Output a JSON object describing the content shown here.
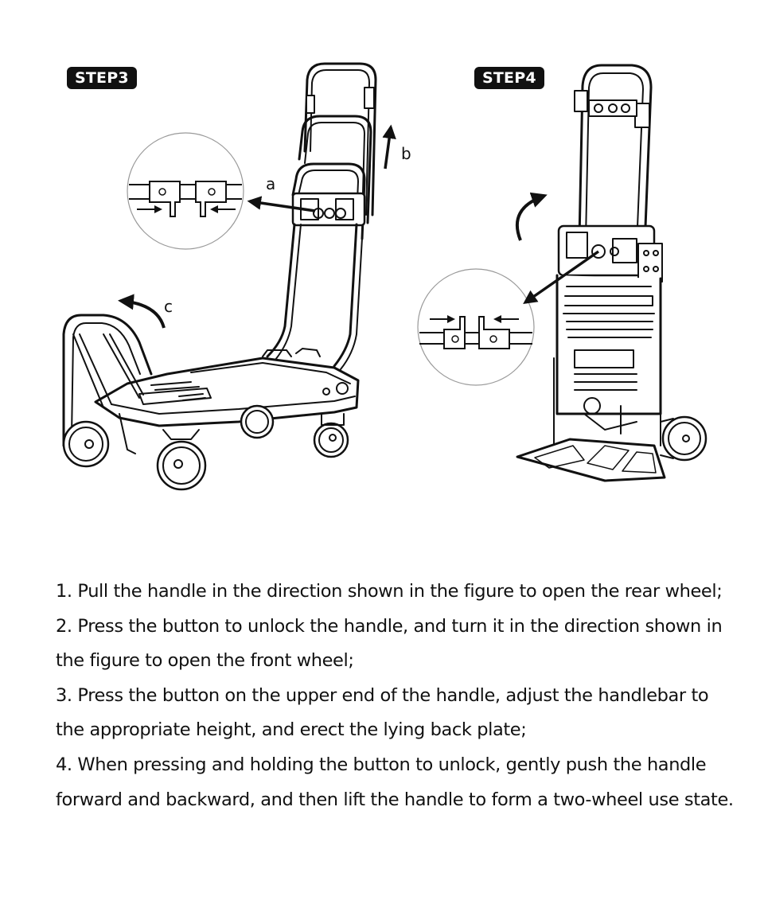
{
  "steps": [
    {
      "badge": "STEP3",
      "labels": {
        "a": "a",
        "b": "b",
        "c": "c"
      }
    },
    {
      "badge": "STEP4"
    }
  ],
  "instructions": [
    "1. Pull the handle in the direction shown in the figure to open the rear wheel;",
    "2. Press the button to unlock the handle, and turn it in the direction shown in",
    "the figure to open the front wheel;",
    "3. Press the button on the upper end of the handle, adjust the handlebar to",
    "the appropriate height, and erect the lying back plate;",
    "4. When pressing and holding the button to unlock, gently push the handle",
    "forward and backward, and then lift the handle to form a two-wheel use state."
  ],
  "colors": {
    "ink": "#111111",
    "badge_bg": "#111111",
    "badge_text": "#ffffff",
    "background": "#ffffff"
  }
}
